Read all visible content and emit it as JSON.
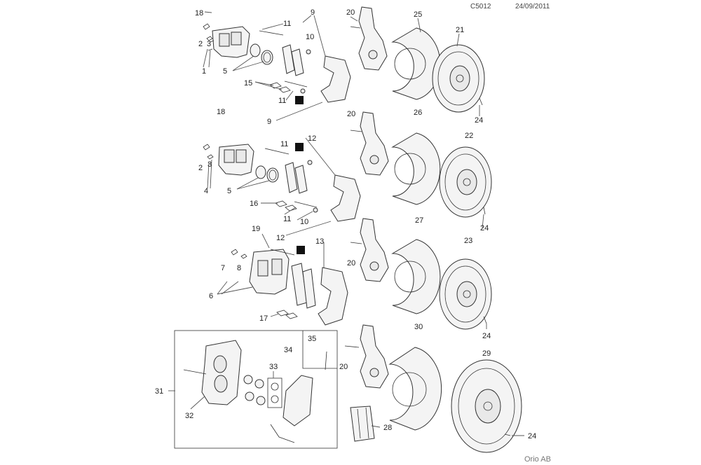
{
  "header": {
    "code": "C5012",
    "date": "24/09/2011"
  },
  "footer": {
    "credit": "Orio AB"
  },
  "callouts": [
    "18",
    "9",
    "20",
    "25",
    "21",
    "11",
    "10",
    "2",
    "3",
    "1",
    "5",
    "15",
    "11",
    "9",
    "24",
    "18",
    "20",
    "26",
    "22",
    "12",
    "11",
    "2",
    "3",
    "4",
    "5",
    "16",
    "24",
    "11",
    "10",
    "19",
    "12",
    "27",
    "13",
    "23",
    "20",
    "7",
    "8",
    "6",
    "17",
    "24",
    "35",
    "34",
    "30",
    "29",
    "20",
    "31",
    "32",
    "33",
    "28",
    "24"
  ]
}
